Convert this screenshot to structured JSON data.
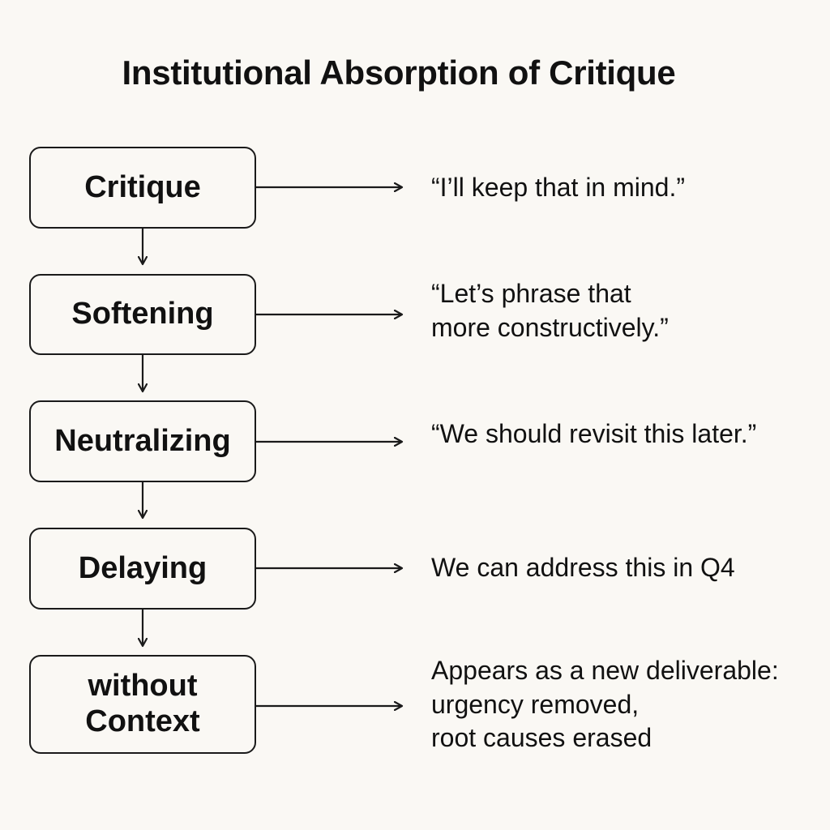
{
  "title": "Institutional Absorption of Critique",
  "stages": [
    {
      "label": "Critique",
      "response": "“I’ll keep that in mind.”"
    },
    {
      "label": "Softening",
      "response": "“Let’s phrase that\nmore constructively.”"
    },
    {
      "label": "Neutralizing",
      "response": "“We should revisit this later.”"
    },
    {
      "label": "Delaying",
      "response": "We can address this in Q4"
    },
    {
      "label": "without\nContext",
      "response": "Appears as a new deliverable:\nurgency removed,\nroot causes erased"
    }
  ],
  "colors": {
    "background": "#faf8f4",
    "stroke": "#1a1a1a",
    "text": "#111111"
  }
}
